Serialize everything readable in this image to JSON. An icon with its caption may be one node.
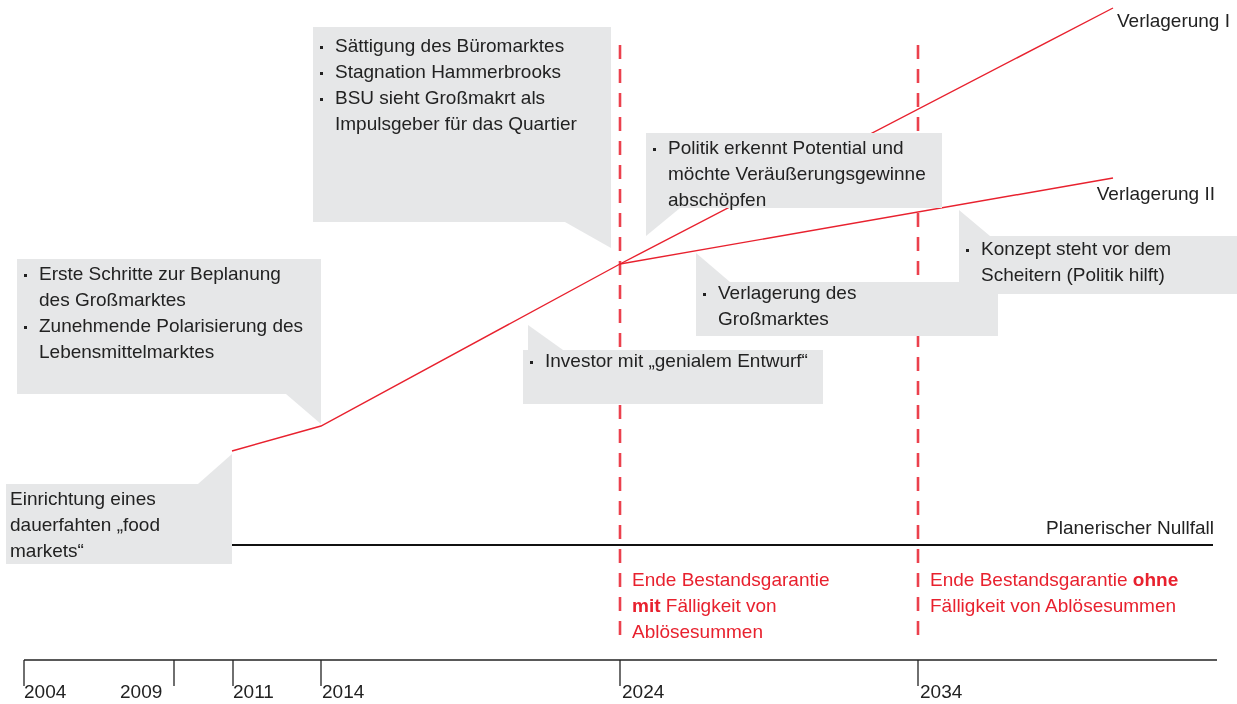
{
  "diagram": {
    "nodes": [
      {
        "text": [
          "Sättigung des Büromarktes",
          "Stagnation Hammerbrooks",
          "BSU sieht Großmakrt als Impulsgeber für das Quartier"
        ]
      },
      {
        "text": [
          "Erste Schritte zur Beplanung des Großmarktes",
          "Zunehmende Polarisierung des Lebensmittelmarktes"
        ]
      },
      {
        "text": [
          "Investor mit „genialem Entwurf“"
        ]
      },
      {
        "text": [
          "Politik erkennt Potential und möchte Veräußerungsgewinne abschöpfen"
        ]
      },
      {
        "text": [
          "Verlagerung des Großmarktes"
        ]
      },
      {
        "text": [
          "Konzept steht vor dem Scheitern (Politik hilft)"
        ]
      },
      {
        "text": [
          "Einrichtung eines dauerfahten „food markets“"
        ]
      }
    ],
    "labels": [
      "Verlagerung I",
      "Verlagerung II",
      "Planerischer Nullfall",
      "Ende Bestandsgarantie **mit** Fälligkeit von Ablösesummen",
      "Ende Bestandsgarantie **ohne** Fälligkeit von Ablösesummen",
      "2004",
      "2009",
      "2011",
      "2014",
      "2024",
      "2034"
    ]
  }
}
